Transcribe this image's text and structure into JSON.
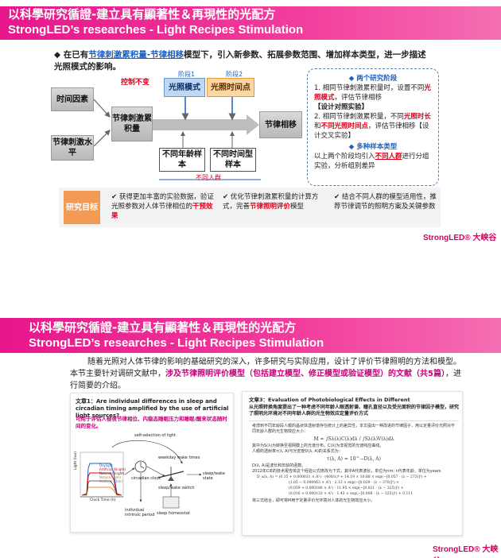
{
  "slide1": {
    "title_cn": "以科學研究循證-建立具有顯著性＆再現性的光配方",
    "title_en": "StrongLED’s researches - Light Recipes Stimulation",
    "intro_bullet": "◆",
    "intro_1": "在已有",
    "intro_hl1": "节律刺激累积量-节律相移",
    "intro_2": "模型下，引入新参数、拓展参数范围、增加样本类型，进一步描述光照模式的影响。",
    "diagram": {
      "control_label": "控制不变",
      "stage1": "阶段1",
      "stage2": "阶段2",
      "time_factor": "时间因素",
      "stim_level": "节律刺激水平",
      "accum": "节律刺激累积量",
      "mode": "光照模式",
      "timepoint": "光照时间点",
      "shift": "节律相移",
      "age_sample": "不同年龄样本",
      "chrono_sample": "不同时间型样本",
      "groups": "不同人群"
    },
    "stages_panel": {
      "heading1": "◆  两个研究阶段",
      "p1_a": "1. 相同节律刺激累积量时，设置不同",
      "p1_hl": "光照模式",
      "p1_b": "，评估节律相移",
      "p1_tag": "【设计对照实验】",
      "p2_a": "2. 相同节律刺激累积量，不同",
      "p2_hl1": "光照时长",
      "p2_mid": "和",
      "p2_hl2": "不同光照时间点",
      "p2_b": "，评估节律相移【设计交叉实验】",
      "heading2": "◆  多种样本类型",
      "p3_a": "以上两个阶段均引入",
      "p3_hl": "不同人群",
      "p3_b": "进行分组实验，分析组别差异"
    },
    "goals": {
      "label": "研究目标",
      "g1_a": "获得更加丰富的实验数据，验证光照参数对人体节律相位的",
      "g1_hl": "干预效果",
      "g2_a": "优化节律刺激累积量的计算方式，完善",
      "g2_hl": "节律照明评价",
      "g2_b": "模型",
      "g3": "结合不同人群的模型适用性，推荐节律调节的照明方案及关键参数"
    },
    "logo": "StrongLED",
    "logo_cn": "大峡谷"
  },
  "slide2": {
    "title_cn": "以科學研究循證-建立具有顯著性＆再現性的光配方",
    "title_en": "StrongLED’s researches - Light Recipes Stimulation",
    "para_a": "随着光照对人体节律的影响的基础研究的深入，许多研究与实际应用，设计了评价节律照明的方法和模型。本节主要针对调研文献中，",
    "para_hl": "涉及节律照明评价模型（包括建立模型、修正模型或验证模型）的文献（共5篇）",
    "para_b": "，进行简要的介绍。",
    "card1": {
      "title": "文章1：Are individual differences in sleep and circadian timing amplified by the use of artificial light sources?",
      "subtitle": "可用于评估人昼夜节律相位、内稳态睡眠压力和睡眠/醒来状态随时间的变化。",
      "chart_label": "self-selection of light",
      "legend": [
        "Daylight",
        "Artificial (Bright)",
        "Natural (Bright)",
        "Natural (Dim)",
        "Artificial (Dim)"
      ],
      "n_circadian": "circadian clock",
      "n_workday": "weekday wake times",
      "n_sleepwake": "sleep/wake state",
      "n_switch": "sleep/wake switch",
      "n_sleep_homeo": "sleep homeostat",
      "n_indiv": "individual intrinsic period",
      "y_label": "Light (lux)",
      "x_label": "Clock Time (h)"
    },
    "card2": {
      "title": "文章3：Evaluation of Photobiological Effects in Different",
      "subtitle": "从光照转换角度提出了一种考虑不同年龄人眼透射谱、瞳孔直径以及受光面积的节律因子模型，研究了照明光环境对不同年龄人群的光生物效应定量评价方式",
      "b1": "考虑到不同年龄段人眼的晶状体透射谱存在统计上的差异性，本文提出一种改进的节律因子，用以定量评价光照对不同年龄人群的光生物效应大小：",
      "formula_m": "M = ∫Sλ(λ)C(λ)dλ / ∫Sλ(λ)V(λ)dλ",
      "b2": "其中为S(λ)为转换至视网膜上的光谱分布。C(λ)为非视觉的光谱响应曲线。",
      "b3": "人眼的透射率τ(λ, A)与光密度D(λ, A)的关系式为：",
      "formula_tau": "τ(λ, A) = 10^−D(λ, A)",
      "b4": "D(λ, A)是波长和年龄的函数。",
      "b5": "2012年CIE的技术报告体这个经验公式修改为下式，其中A代表波长，单位为nm; n代表年龄，单位为years",
      "eq1": "D_a(λ, A) = (0.15 + 0.000031 × A²) · (400/λ)⁴ + 14.19 × 10.68 × exp(−[0.057 · (λ − 273)]²) +",
      "eq2": "(1.05 − 0.000063 × A²) · 2.13 × exp(−[0.029 · (λ − 370)]²) +",
      "eq3": "(0.059 + 0.000186 × A²) · 11.95 × exp(−[0.021 · (λ − 325)]²) +",
      "eq4": "(0.016 + 0.000132 × A²) · 1.43 × exp(−[0.008 · (λ − 325)]²) + 0.111",
      "b6": "将三式结合，即可将M用于定量评价光环境对人体的光生物效应大小。"
    },
    "logo": "StrongLED",
    "logo_cn": "大峡谷"
  }
}
